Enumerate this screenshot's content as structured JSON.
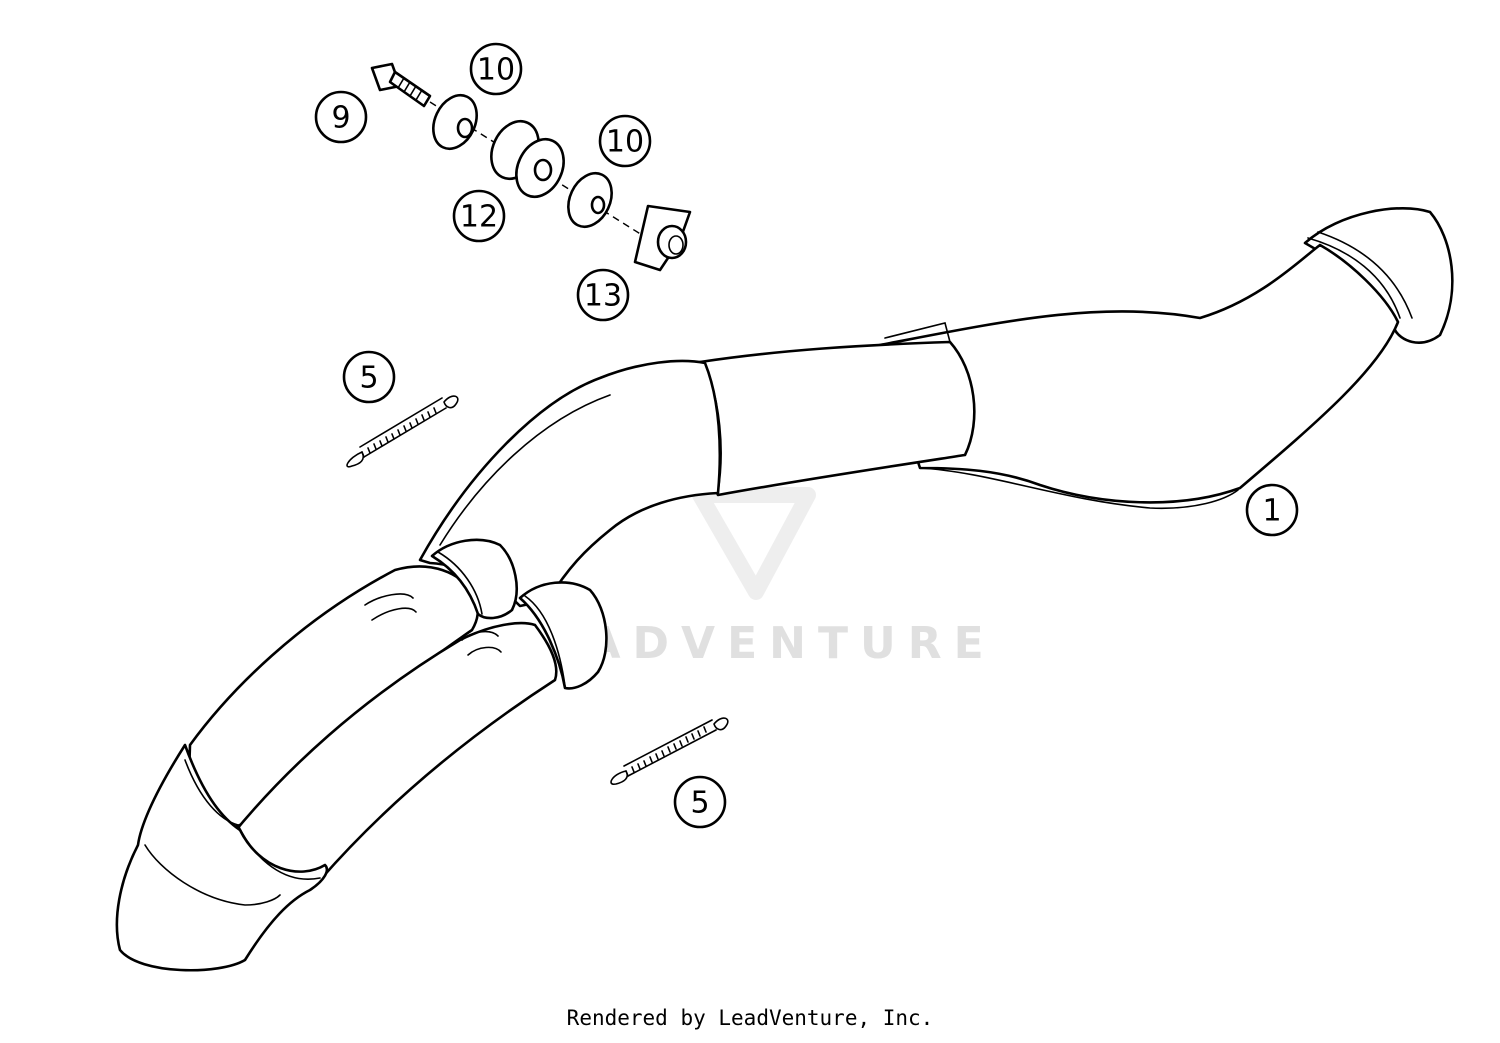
{
  "callouts": [
    {
      "id": "c1",
      "label": "1"
    },
    {
      "id": "c5a",
      "label": "5"
    },
    {
      "id": "c5b",
      "label": "5"
    },
    {
      "id": "c9",
      "label": "9"
    },
    {
      "id": "c10a",
      "label": "10"
    },
    {
      "id": "c10b",
      "label": "10"
    },
    {
      "id": "c12",
      "label": "12"
    },
    {
      "id": "c13",
      "label": "13"
    }
  ],
  "watermark": {
    "text": "LEADVENTURE"
  },
  "footer": {
    "text": "Rendered by LeadVenture, Inc."
  }
}
